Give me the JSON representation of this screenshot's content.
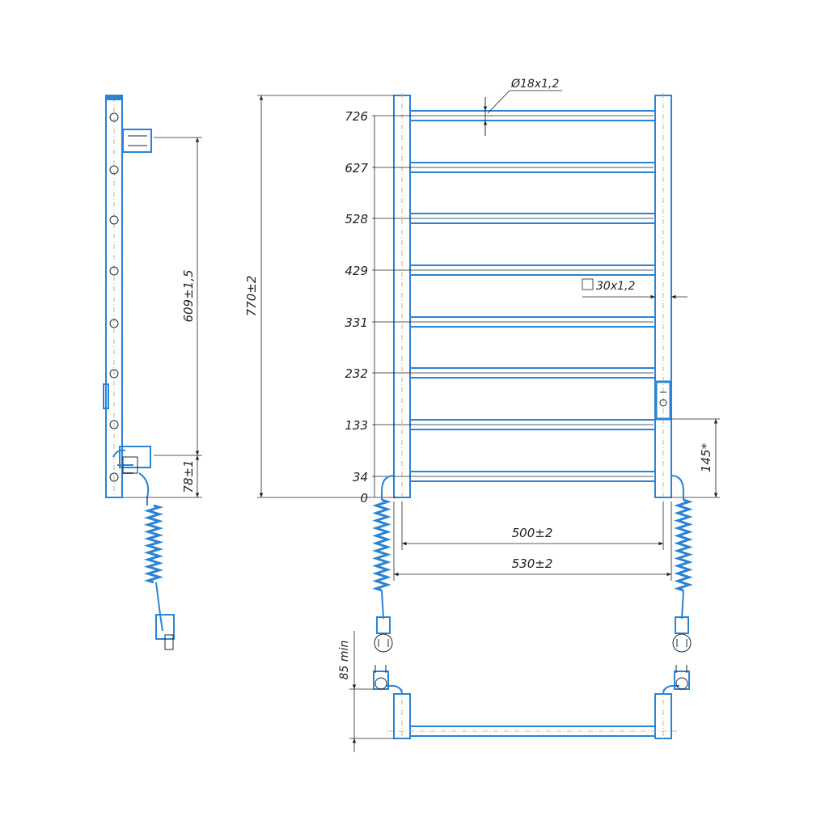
{
  "colors": {
    "part": "#2a83d4",
    "outline": "#1a2a3a",
    "centerline": "#c8a060",
    "dimension": "#222222"
  },
  "side_view": {
    "dimensions": {
      "mount_spacing": "609±1,5",
      "lower_mount": "78±1"
    }
  },
  "front_view": {
    "tube_label": "Ø18x1,2",
    "profile_label": "30x1,2",
    "heights": [
      "726",
      "627",
      "528",
      "429",
      "331",
      "232",
      "133",
      "34",
      "0"
    ],
    "dimensions": {
      "overall_height": "770±2",
      "inner_width": "500±2",
      "outer_width": "530±2",
      "heater_offset": "145*"
    }
  },
  "bottom_view": {
    "dimensions": {
      "min_clearance": "85 min"
    }
  }
}
